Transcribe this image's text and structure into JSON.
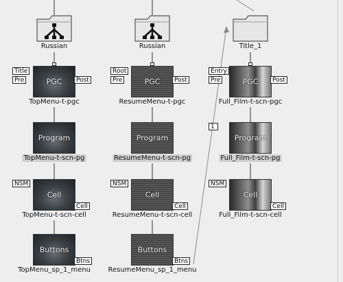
{
  "folders": [
    {
      "label": "Russian",
      "type": "network-folder"
    },
    {
      "label": "Russian",
      "type": "network-folder"
    },
    {
      "label": "Title_1",
      "type": "plain-folder"
    }
  ],
  "columns": [
    {
      "pgc": {
        "caption": "TopMenu-t-pgc",
        "thumb_text": "PGC",
        "style": "dark",
        "tag": "Title",
        "in_port": "Pre",
        "out_port": "Post"
      },
      "program": {
        "caption": "TopMenu-t-scn-pg",
        "thumb_text": "Program",
        "style": "dark",
        "tag": "",
        "highlight": true
      },
      "cell": {
        "caption": "TopMenu-t-scn-cell",
        "thumb_text": "Cell",
        "style": "dark",
        "tag": "NSM",
        "out_port": "Cell"
      },
      "buttons": {
        "caption": "TopMenu_sp_1_menu",
        "thumb_text": "Buttons",
        "style": "dark",
        "out_port": "Btns"
      }
    },
    {
      "pgc": {
        "caption": "ResumeMenu-t-pgc",
        "thumb_text": "PGC",
        "style": "static",
        "tag": "Root",
        "in_port": "Pre",
        "out_port": "Post"
      },
      "program": {
        "caption": "ResumeMenu-t-scn-pg",
        "thumb_text": "Program",
        "style": "static",
        "tag": "",
        "highlight": true
      },
      "cell": {
        "caption": "ResumeMenu-t-scn-cell",
        "thumb_text": "Cell",
        "style": "static",
        "tag": "NSM",
        "out_port": "Cell"
      },
      "buttons": {
        "caption": "ResumeMenu_sp_1_menu",
        "thumb_text": "Buttons",
        "style": "static",
        "out_port": "Btns"
      }
    },
    {
      "pgc": {
        "caption": "Full_Film-t-scn-pgc",
        "thumb_text": "PGC",
        "style": "film",
        "tag": "Entry",
        "in_port": "Pre",
        "out_port": "Post"
      },
      "program": {
        "caption": "Full_Film-t-scn-pg",
        "thumb_text": "Program",
        "style": "film",
        "tag": "1",
        "highlight": true
      },
      "cell": {
        "caption": "Full_Film-t-scn-cell",
        "thumb_text": "Cell",
        "style": "film",
        "tag": "NSM",
        "out_port": "Cell"
      }
    }
  ],
  "colors": {
    "background": "#eeeeee",
    "line": "#333333",
    "link_line": "#8a8a8a",
    "highlight": "#cfcfcf"
  }
}
